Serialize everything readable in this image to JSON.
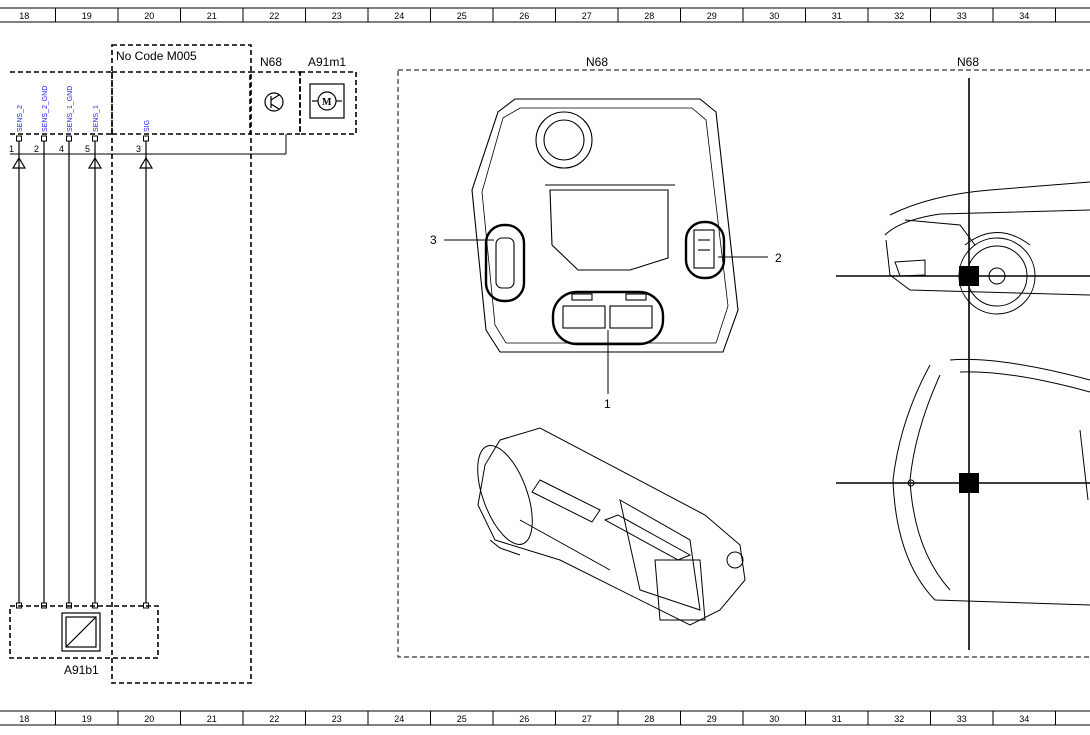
{
  "ruler": {
    "numbers": [
      "18",
      "19",
      "20",
      "21",
      "22",
      "23",
      "24",
      "25",
      "26",
      "27",
      "28",
      "29",
      "30",
      "31",
      "32",
      "33",
      "34"
    ]
  },
  "components": {
    "no_code_label": "No Code M005",
    "n68_top": "N68",
    "a91m1": "A91m1",
    "a91b1": "A91b1",
    "n68_view": "N68",
    "n68_car": "N68"
  },
  "pins": [
    {
      "signal": "SENS_2",
      "number": "1"
    },
    {
      "signal": "SENS_2_GND",
      "number": "2"
    },
    {
      "signal": "SENS_1_GND",
      "number": "4"
    },
    {
      "signal": "SENS_1",
      "number": "5"
    },
    {
      "signal": "SIG",
      "number": "3"
    }
  ],
  "callouts": {
    "c1": "1",
    "c2": "2",
    "c3": "3"
  },
  "icons": [
    "motor-icon",
    "transistor-icon",
    "sensor-icon",
    "ground-arrow-icon",
    "locator-mark-icon"
  ]
}
